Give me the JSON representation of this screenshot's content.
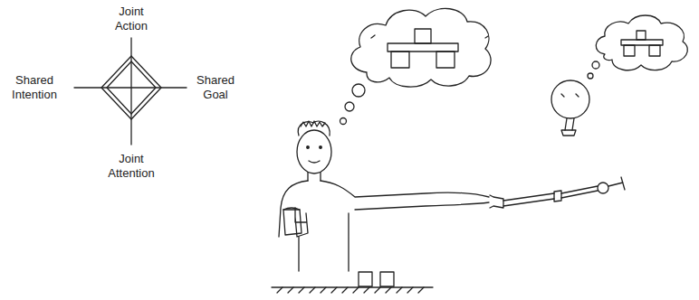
{
  "diagram": {
    "labels": [
      "Joint Action",
      "Shared Intention",
      "Shared Goal",
      "Joint Attention"
    ]
  }
}
